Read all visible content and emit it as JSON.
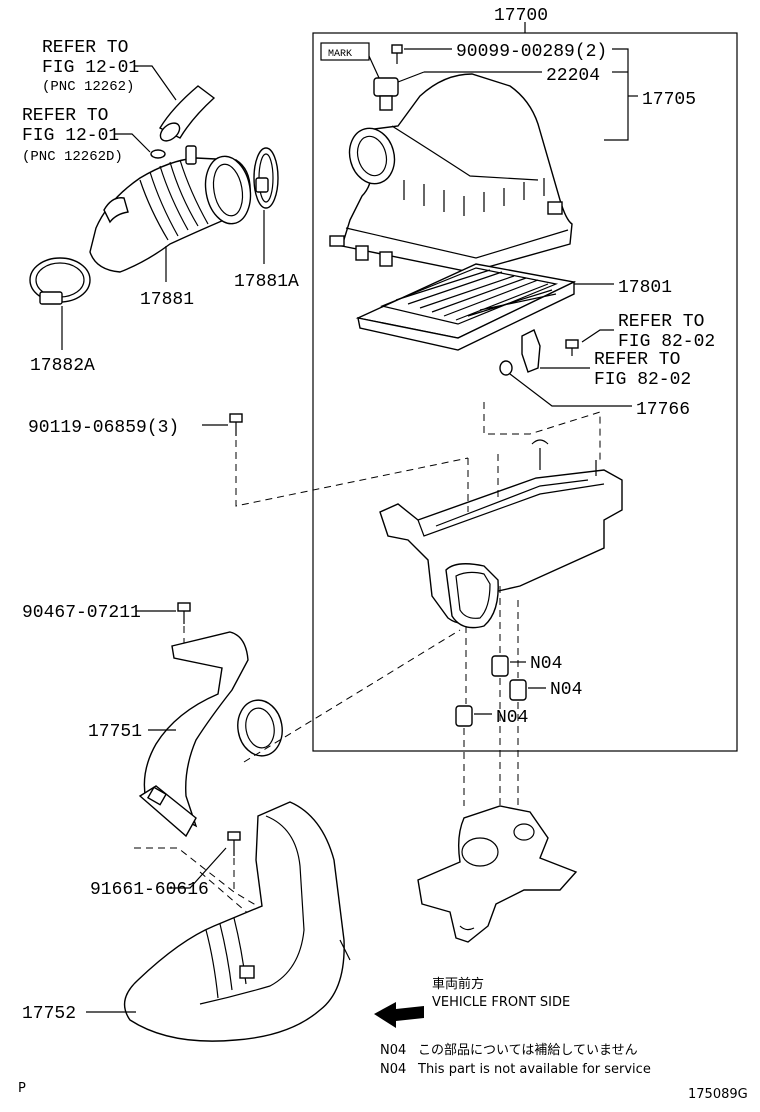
{
  "assembly_number": "17700",
  "refs": {
    "ref1": {
      "line1": "REFER TO",
      "line2": "FIG 12-01",
      "pnc": "(PNC 12262)"
    },
    "ref2": {
      "line1": "REFER TO",
      "line2": "FIG 12-01",
      "pnc": "(PNC 12262D)"
    },
    "ref3": {
      "line1": "REFER TO",
      "line2": "FIG 82-02"
    },
    "ref4": {
      "line1": "REFER TO",
      "line2": "FIG 82-02"
    }
  },
  "parts": {
    "p17882A": "17882A",
    "p17881": "17881",
    "p17881A": "17881A",
    "mark": "MARK",
    "p90099": "90099-00289(2)",
    "p22204": "22204",
    "p17705": "17705",
    "p17801": "17801",
    "p17766": "17766",
    "p90119": "90119-06859(3)",
    "p90467": "90467-07211",
    "p17751": "17751",
    "p91661": "91661-60616",
    "p17752": "17752",
    "n04a": "N04",
    "n04b": "N04",
    "n04c": "N04"
  },
  "direction": {
    "jp": "車両前方",
    "en": "VEHICLE FRONT SIDE"
  },
  "notes": [
    {
      "code": "N04",
      "text": "この部品については補給していません"
    },
    {
      "code": "N04",
      "text": "This part is not available for service"
    }
  ],
  "footer": {
    "left": "P",
    "right": "175089G"
  }
}
